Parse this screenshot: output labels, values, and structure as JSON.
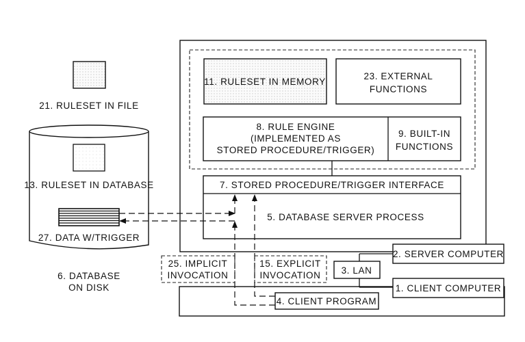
{
  "diagram": {
    "ruleset_file": {
      "label": "21. RULESET IN FILE"
    },
    "database_disk": {
      "label_line1": "6. DATABASE",
      "label_line2": "ON DISK",
      "ruleset_db": "13. RULESET IN DATABASE",
      "data_trigger": "27. DATA W/TRIGGER"
    },
    "server": {
      "ruleset_memory": "11. RULESET IN MEMORY",
      "external_functions": {
        "line1": "23. EXTERNAL",
        "line2": "FUNCTIONS"
      },
      "rule_engine": {
        "line1": "8. RULE ENGINE",
        "line2": "(IMPLEMENTED AS",
        "line3": "STORED PROCEDURE/TRIGGER)"
      },
      "builtin_functions": {
        "line1": "9. BUILT-IN",
        "line2": "FUNCTIONS"
      },
      "sp_interface": "7. STORED PROCEDURE/TRIGGER INTERFACE",
      "db_server_process": "5. DATABASE SERVER PROCESS"
    },
    "server_computer": "2. SERVER COMPUTER",
    "lan": "3. LAN",
    "client_computer": "1. CLIENT COMPUTER",
    "client_program": "4. CLIENT PROGRAM",
    "implicit_invocation": {
      "line1": "25. IMPLICIT",
      "line2": "INVOCATION"
    },
    "explicit_invocation": {
      "line1": "15. EXPLICIT",
      "line2": "INVOCATION"
    }
  }
}
